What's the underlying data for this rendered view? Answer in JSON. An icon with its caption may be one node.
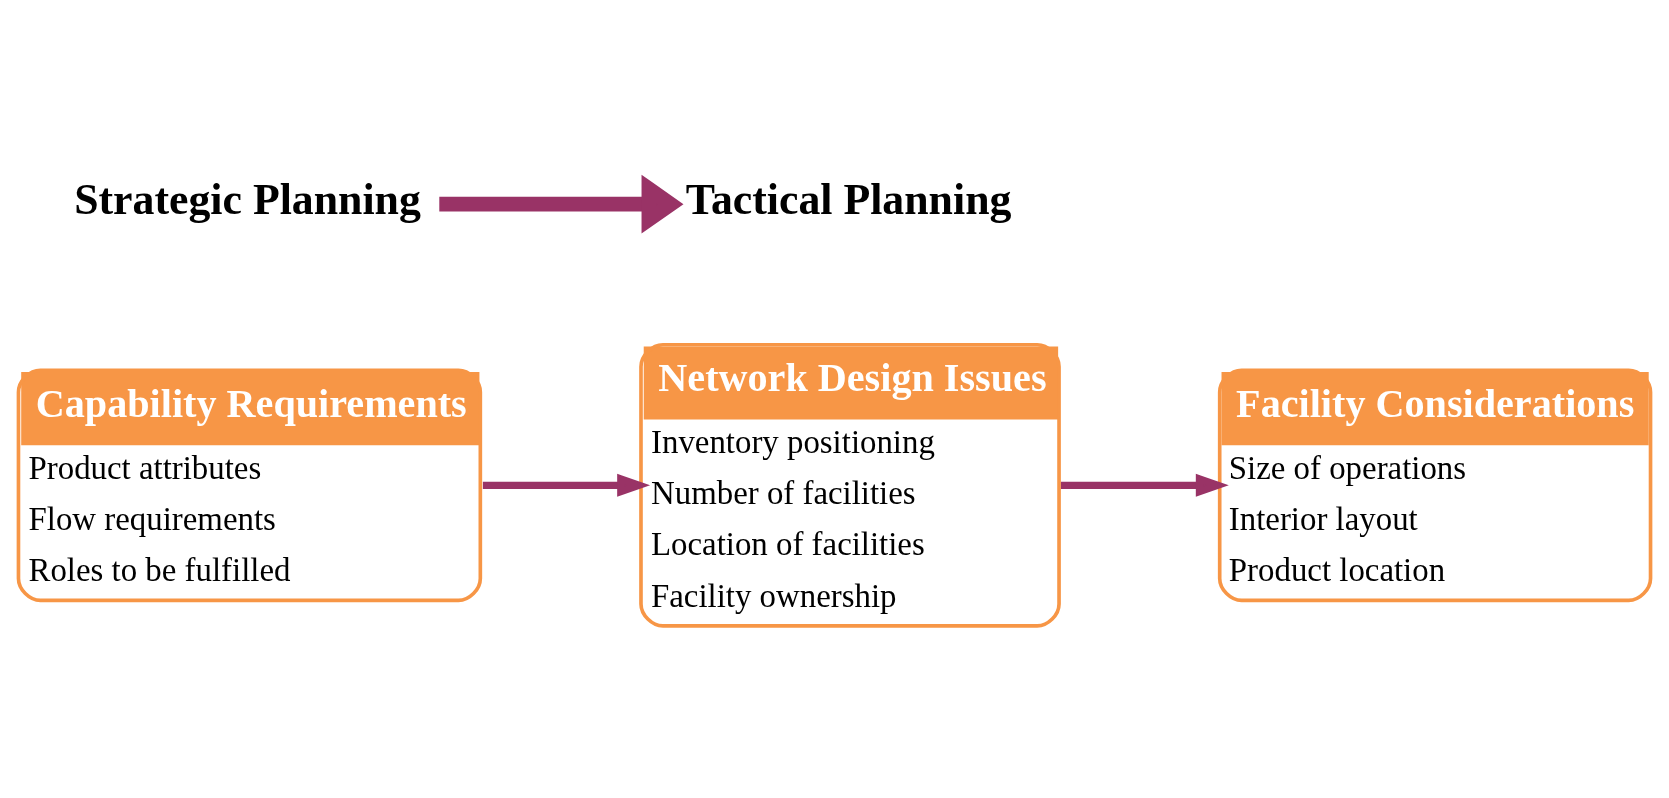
{
  "diagram": {
    "nodes": [
      {
        "text": [
          "Capability Requirements",
          "Product attributes",
          "Flow requirements",
          "Roles to be fulfilled"
        ]
      },
      {
        "text": [
          "Network Design Issues",
          "Inventory positioning",
          "Number of facilities",
          "Location of facilities",
          "Facility ownership"
        ]
      },
      {
        "text": [
          "Facility Considerations",
          "Size of operations",
          "Interior layout",
          "Product location"
        ]
      },
      {
        "text": [
          "Strategic Planning"
        ]
      },
      {
        "text": [
          "Tactical Planning"
        ]
      }
    ],
    "edges": [
      {
        "from": 0,
        "to": 1,
        "arrow": "to"
      },
      {
        "from": 1,
        "to": 2,
        "arrow": "to"
      },
      {
        "from": 3,
        "to": 4,
        "arrow": "to",
        "style": "thick"
      }
    ]
  }
}
